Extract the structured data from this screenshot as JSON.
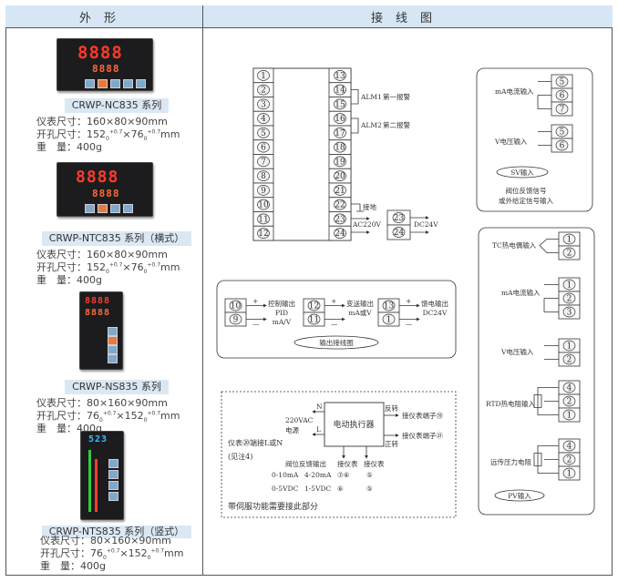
{
  "header": {
    "appearance": "外形",
    "wiring": "接线图"
  },
  "products": [
    {
      "name": "CRWP-NC835 系列",
      "dims_label": "仪表尺寸：",
      "dims": "160×80×90mm",
      "cutout_label": "开孔尺寸：",
      "cutout_w": "152",
      "cutout_h": "76",
      "tol_lower": "0",
      "tol_upper": "+0.7",
      "unit": "mm",
      "weight_label": "重　量：",
      "weight": "400g",
      "display_top": "8888",
      "display_bottom": "8888"
    },
    {
      "name": "CRWP-NTC835 系列（横式）",
      "dims_label": "仪表尺寸：",
      "dims": "160×80×90mm",
      "cutout_label": "开孔尺寸：",
      "cutout_w": "152",
      "cutout_h": "76",
      "tol_lower": "0",
      "tol_upper": "+0.7",
      "unit": "mm",
      "weight_label": "重　量：",
      "weight": "400g",
      "display_top": "8888",
      "display_bottom": "8888"
    },
    {
      "name": "CRWP-NS835 系列",
      "dims_label": "仪表尺寸：",
      "dims": "80×160×90mm",
      "cutout_label": "开孔尺寸：",
      "cutout_w": "76",
      "cutout_h": "152",
      "tol_lower": "0",
      "tol_upper": "+0.7",
      "unit": "mm",
      "weight_label": "重　量：",
      "weight": "400g",
      "display_top": "8888",
      "display_bottom": "8888"
    },
    {
      "name": "CRWP-NTS835 系列（竖式）",
      "dims_label": "仪表尺寸：",
      "dims": "80×160×90mm",
      "cutout_label": "开孔尺寸：",
      "cutout_w": "76",
      "cutout_h": "152",
      "tol_lower": "0",
      "tol_upper": "+0.7",
      "unit": "mm",
      "weight_label": "重　量：",
      "weight": "400g",
      "display_top": "523",
      "display_bottom": ""
    }
  ],
  "main_block": {
    "left": [
      "1",
      "2",
      "3",
      "4",
      "5",
      "6",
      "7",
      "8",
      "9",
      "10",
      "11",
      "12"
    ],
    "right": [
      "13",
      "14",
      "15",
      "16",
      "17",
      "18",
      "19",
      "20",
      "21",
      "22",
      "23",
      "24"
    ],
    "alm1": "ALM1",
    "alm1_desc": "第一报警",
    "alm2": "ALM2",
    "alm2_desc": "第二报警",
    "ground": "接地",
    "ac": "AC220V",
    "dc_terms": [
      "23",
      "24"
    ],
    "dc": "DC24V"
  },
  "output": {
    "title": "输出接线图",
    "plus": "+",
    "minus": "—",
    "groups": [
      {
        "terms": [
          "10",
          "9"
        ],
        "lines": [
          "控制输出",
          "PID",
          "mA/V"
        ]
      },
      {
        "terms": [
          "12",
          "11"
        ],
        "lines": [
          "变送输出",
          "mA或V"
        ]
      },
      {
        "terms": [
          "13",
          "1"
        ],
        "lines": [
          "馈电输出",
          "DC24V"
        ]
      }
    ]
  },
  "servo": {
    "actuator": "电动执行器",
    "n": "N",
    "l": "L",
    "vac": "220VAC",
    "power": "电源",
    "note1": "仪表⑳端接L或N",
    "note2": "(见注4)",
    "reverse": "反转",
    "forward": "正转",
    "to19": "接仪表端子⑲",
    "to21": "接仪表端子㉑",
    "feedback": "阀位反馈输出",
    "to_meter": "接仪表",
    "row1": [
      "0-10mA",
      "4-20mA",
      "⑦⑥",
      "⑤"
    ],
    "row2": [
      "0-5VDC",
      "1-5VDC",
      "⑥",
      "⑤"
    ],
    "footer": "带伺服功能需要接此部分"
  },
  "sv": {
    "title": "SV输入",
    "ma_label": "mA电流输入",
    "ma_terms": [
      "5",
      "6",
      "7"
    ],
    "v_label": "V电压输入",
    "v_terms": [
      "5",
      "6"
    ],
    "desc1": "阀位反馈信号",
    "desc2": "或外给定信号输入"
  },
  "pv": {
    "title": "PV输入",
    "groups": [
      {
        "label": "TC热电偶输入",
        "terms": [
          "1",
          "2"
        ]
      },
      {
        "label": "mA电流输入",
        "terms": [
          "1",
          "2",
          "3"
        ]
      },
      {
        "label": "V电压输入",
        "terms": [
          "1",
          "2"
        ]
      },
      {
        "label": "RTD热电阻输入",
        "terms": [
          "4",
          "2",
          "1"
        ]
      },
      {
        "label": "远传压力电阻",
        "terms": [
          "4",
          "2",
          "1"
        ]
      }
    ]
  }
}
